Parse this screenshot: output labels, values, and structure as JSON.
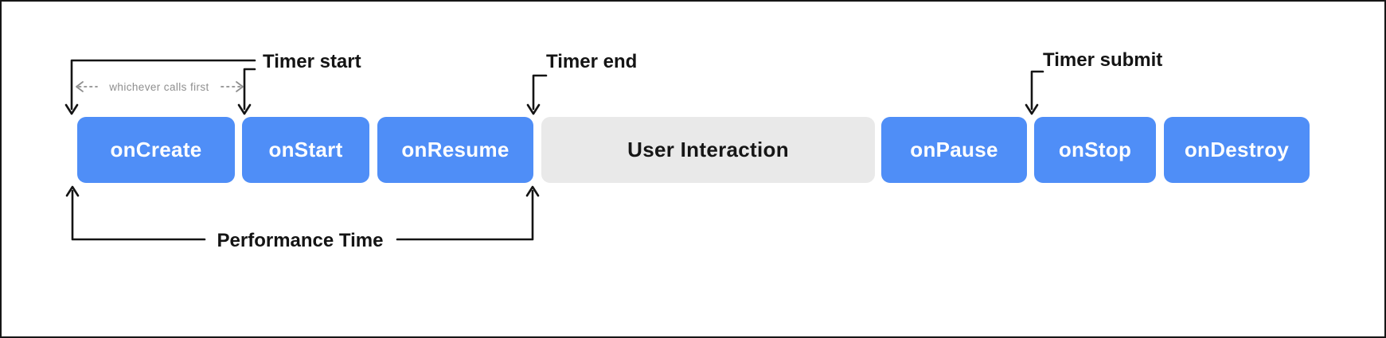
{
  "colors": {
    "callback_blue": "#4f8ef7",
    "interaction_gray": "#e9e9e9",
    "line_black": "#141414",
    "muted_gray": "#8f8f8f"
  },
  "lifecycle": {
    "boxes": [
      {
        "label": "onCreate",
        "variant": "callback"
      },
      {
        "label": "onStart",
        "variant": "callback"
      },
      {
        "label": "onResume",
        "variant": "callback"
      },
      {
        "label": "User Interaction",
        "variant": "interaction"
      },
      {
        "label": "onPause",
        "variant": "callback"
      },
      {
        "label": "onStop",
        "variant": "callback"
      },
      {
        "label": "onDestroy",
        "variant": "callback"
      }
    ]
  },
  "annotations": {
    "timer_start": "Timer start",
    "timer_end": "Timer end",
    "timer_submit": "Timer submit",
    "whichever_calls_first": "whichever calls first",
    "performance_time": "Performance Time"
  }
}
